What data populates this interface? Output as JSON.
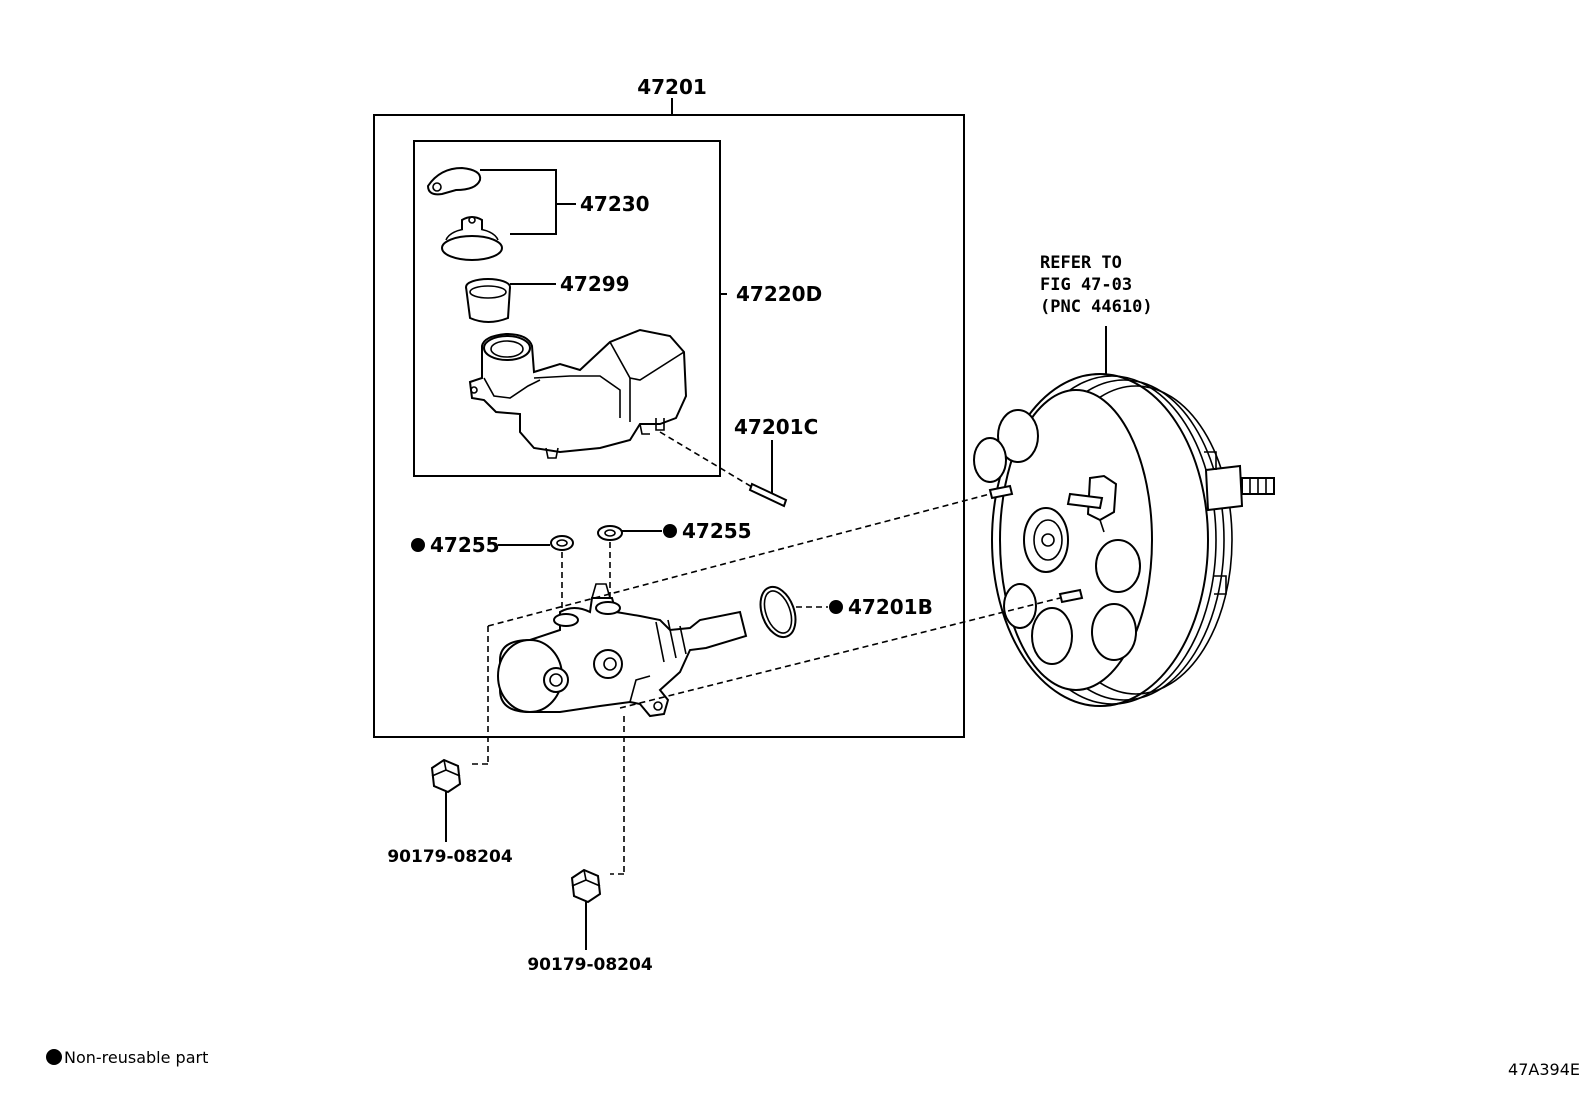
{
  "labels": {
    "assembly": "47201",
    "reservoir_cap_set": "47230",
    "strainer": "47299",
    "reservoir_assy": "47220D",
    "pin": "47201C",
    "grommet_left": "47255",
    "grommet_right": "47255",
    "o_ring": "47201B",
    "nut_upper": "90179-08204",
    "nut_lower": "90179-08204"
  },
  "refer_note": {
    "line1": "REFER TO",
    "line2": "FIG 47-03",
    "line3": "(PNC 44610)"
  },
  "legend": {
    "non_reusable": "Non-reusable part"
  },
  "figure_code": "47A394E",
  "icons": {
    "non_reusable_marker": "filled-circle"
  }
}
